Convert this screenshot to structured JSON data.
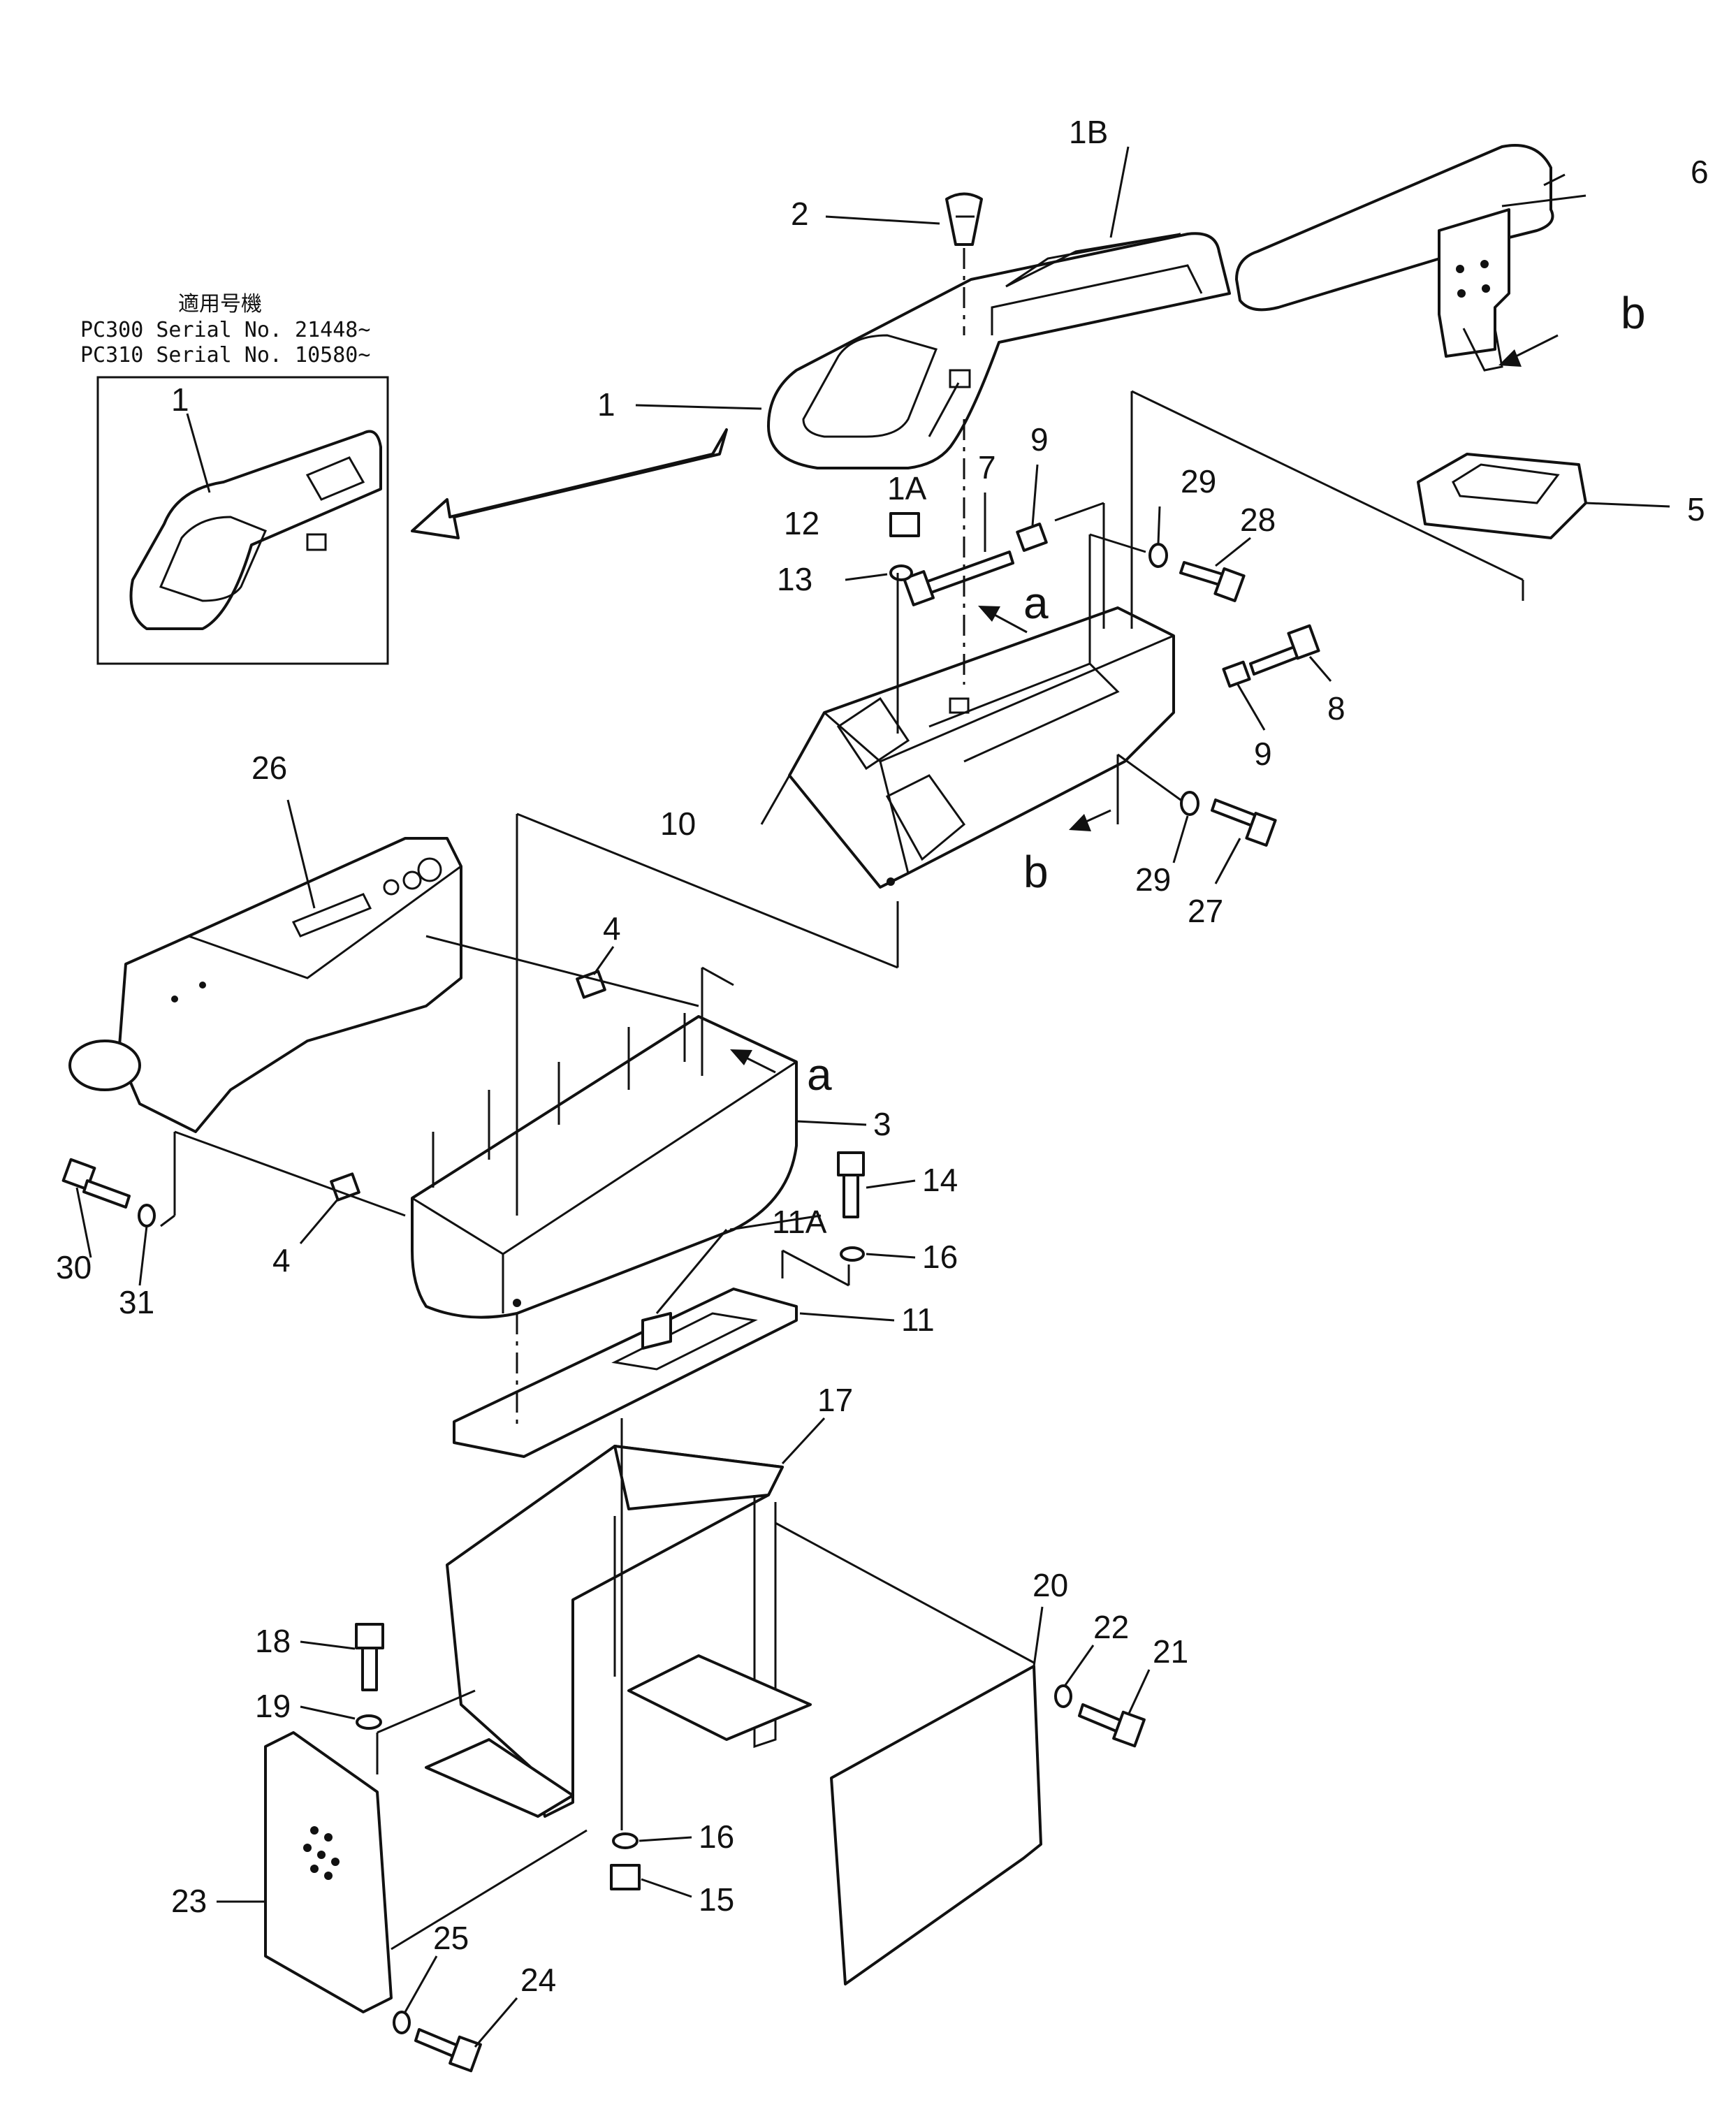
{
  "inset": {
    "heading": "適用号機",
    "lines": [
      "PC300  Serial  No.  21448~",
      "PC310  Serial  No.  10580~"
    ],
    "part_label": "1"
  },
  "labels": {
    "p1": "1",
    "p1a": "1A",
    "p1b": "1B",
    "p2": "2",
    "p3": "3",
    "p4a": "4",
    "p4b": "4",
    "p5": "5",
    "p6": "6",
    "p7": "7",
    "p8": "8",
    "p9a": "9",
    "p9b": "9",
    "p10": "10",
    "p11": "11",
    "p11a": "11A",
    "p12": "12",
    "p13": "13",
    "p14": "14",
    "p15": "15",
    "p16a": "16",
    "p16b": "16",
    "p17": "17",
    "p18": "18",
    "p19": "19",
    "p20": "20",
    "p21": "21",
    "p22": "22",
    "p23": "23",
    "p24": "24",
    "p25": "25",
    "p26": "26",
    "p27": "27",
    "p28": "28",
    "p29a": "29",
    "p29b": "29",
    "p30": "30",
    "p31": "31"
  },
  "view_marks": {
    "a1": "a",
    "a2": "a",
    "b1": "b",
    "b2": "b"
  }
}
